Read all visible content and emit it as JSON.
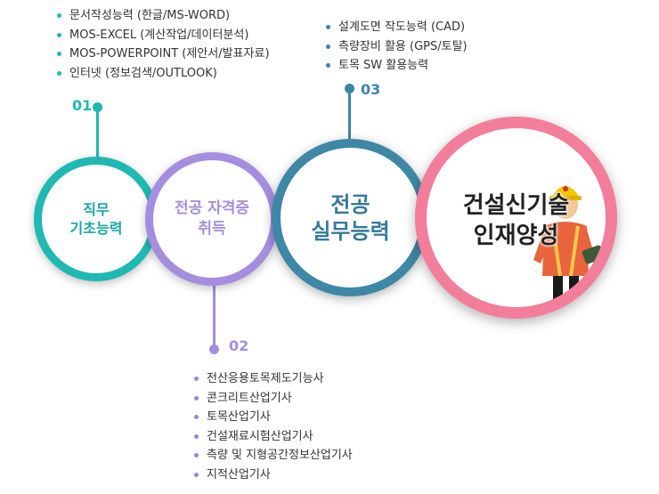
{
  "steps": [
    {
      "number": "01",
      "title_lines": [
        "직무",
        "기초능력"
      ],
      "color": "#1fb9b2",
      "items": [
        "문서작성능력 (한글/MS-WORD)",
        "MOS-EXCEL (계산작업/데이터분석)",
        "MOS-POWERPOINT (제안서/발표자료)",
        "인터넷 (정보검색/OUTLOOK)"
      ]
    },
    {
      "number": "02",
      "title_lines": [
        "전공 자격증",
        "취득"
      ],
      "color": "#a58ee0",
      "items": [
        "전산응용토목제도기능사",
        "콘크리트산업기사",
        "토목산업기사",
        "건설재료시험산업기사",
        "측량 및 지형공간정보산업기사",
        "지적산업기사"
      ]
    },
    {
      "number": "03",
      "title_lines": [
        "전공",
        "실무능력"
      ],
      "color": "#3f87a6",
      "items": [
        "설계도면 작도능력 (CAD)",
        "측량장비 활용 (GPS/토탈)",
        "토목 SW 활용능력"
      ]
    }
  ],
  "goal": {
    "title_lines": [
      "건설신기술",
      "인재양성"
    ],
    "color": "#f37e9c",
    "illustration": "construction-worker-with-hard-hat"
  }
}
